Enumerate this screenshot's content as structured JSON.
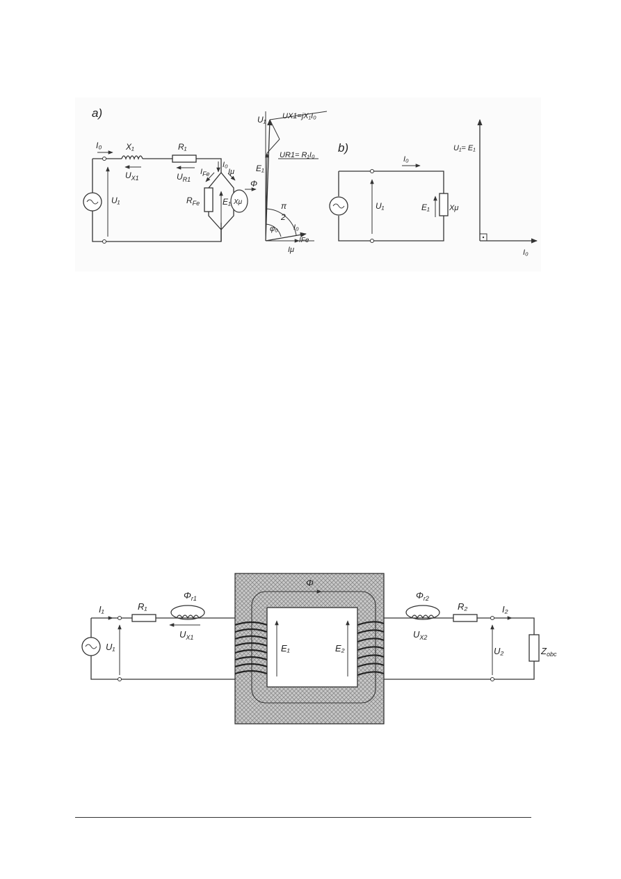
{
  "figure_top": {
    "label_a": "a)",
    "label_b": "b)",
    "circuit_a": {
      "I0": "I₀",
      "X1": "X₁",
      "R1": "R₁",
      "UX1": "U",
      "UX1_sub": "X1",
      "UR1": "U",
      "UR1_sub": "R1",
      "U1": "U₁",
      "IFe": "I",
      "IFe_sub": "Fe",
      "I0_branch": "I₀",
      "Imu": "Iμ",
      "RFe": "R",
      "RFe_sub": "Fe",
      "E1": "E₁",
      "Xmu": "Xμ",
      "phi": "Φ"
    },
    "phasor_a": {
      "U1": "U₁",
      "UXf_eq": "UX1=jX₁I₀",
      "UR1_eq": "UR1= R₁I₀",
      "E1": "E₁",
      "pi_over_2": "π",
      "two": "2",
      "phi0": "φ₀",
      "I0": "I₀",
      "IFe": "IFe",
      "Imu": "Iμ"
    },
    "circuit_b": {
      "I0": "I₀",
      "U1": "U₁",
      "E1": "E₁",
      "Xmu": "Xμ"
    },
    "phasor_b": {
      "U1E1": "U₁= E₁",
      "I0": "I₀"
    }
  },
  "figure_bottom": {
    "I1": "I₁",
    "R1": "R₁",
    "Phi_r1": "Φ",
    "Phi_r1_sub": "r1",
    "UX1": "U",
    "UX1_sub": "X1",
    "U1": "U₁",
    "phi": "Φ",
    "E1": "E₁",
    "E2": "E₂",
    "Phi_r2": "Φ",
    "Phi_r2_sub": "r2",
    "UX2": "U",
    "UX2_sub": "X2",
    "R2": "R₂",
    "I2": "I₂",
    "U2": "U₂",
    "Zobc": "Z",
    "Zobc_sub": "obc"
  }
}
